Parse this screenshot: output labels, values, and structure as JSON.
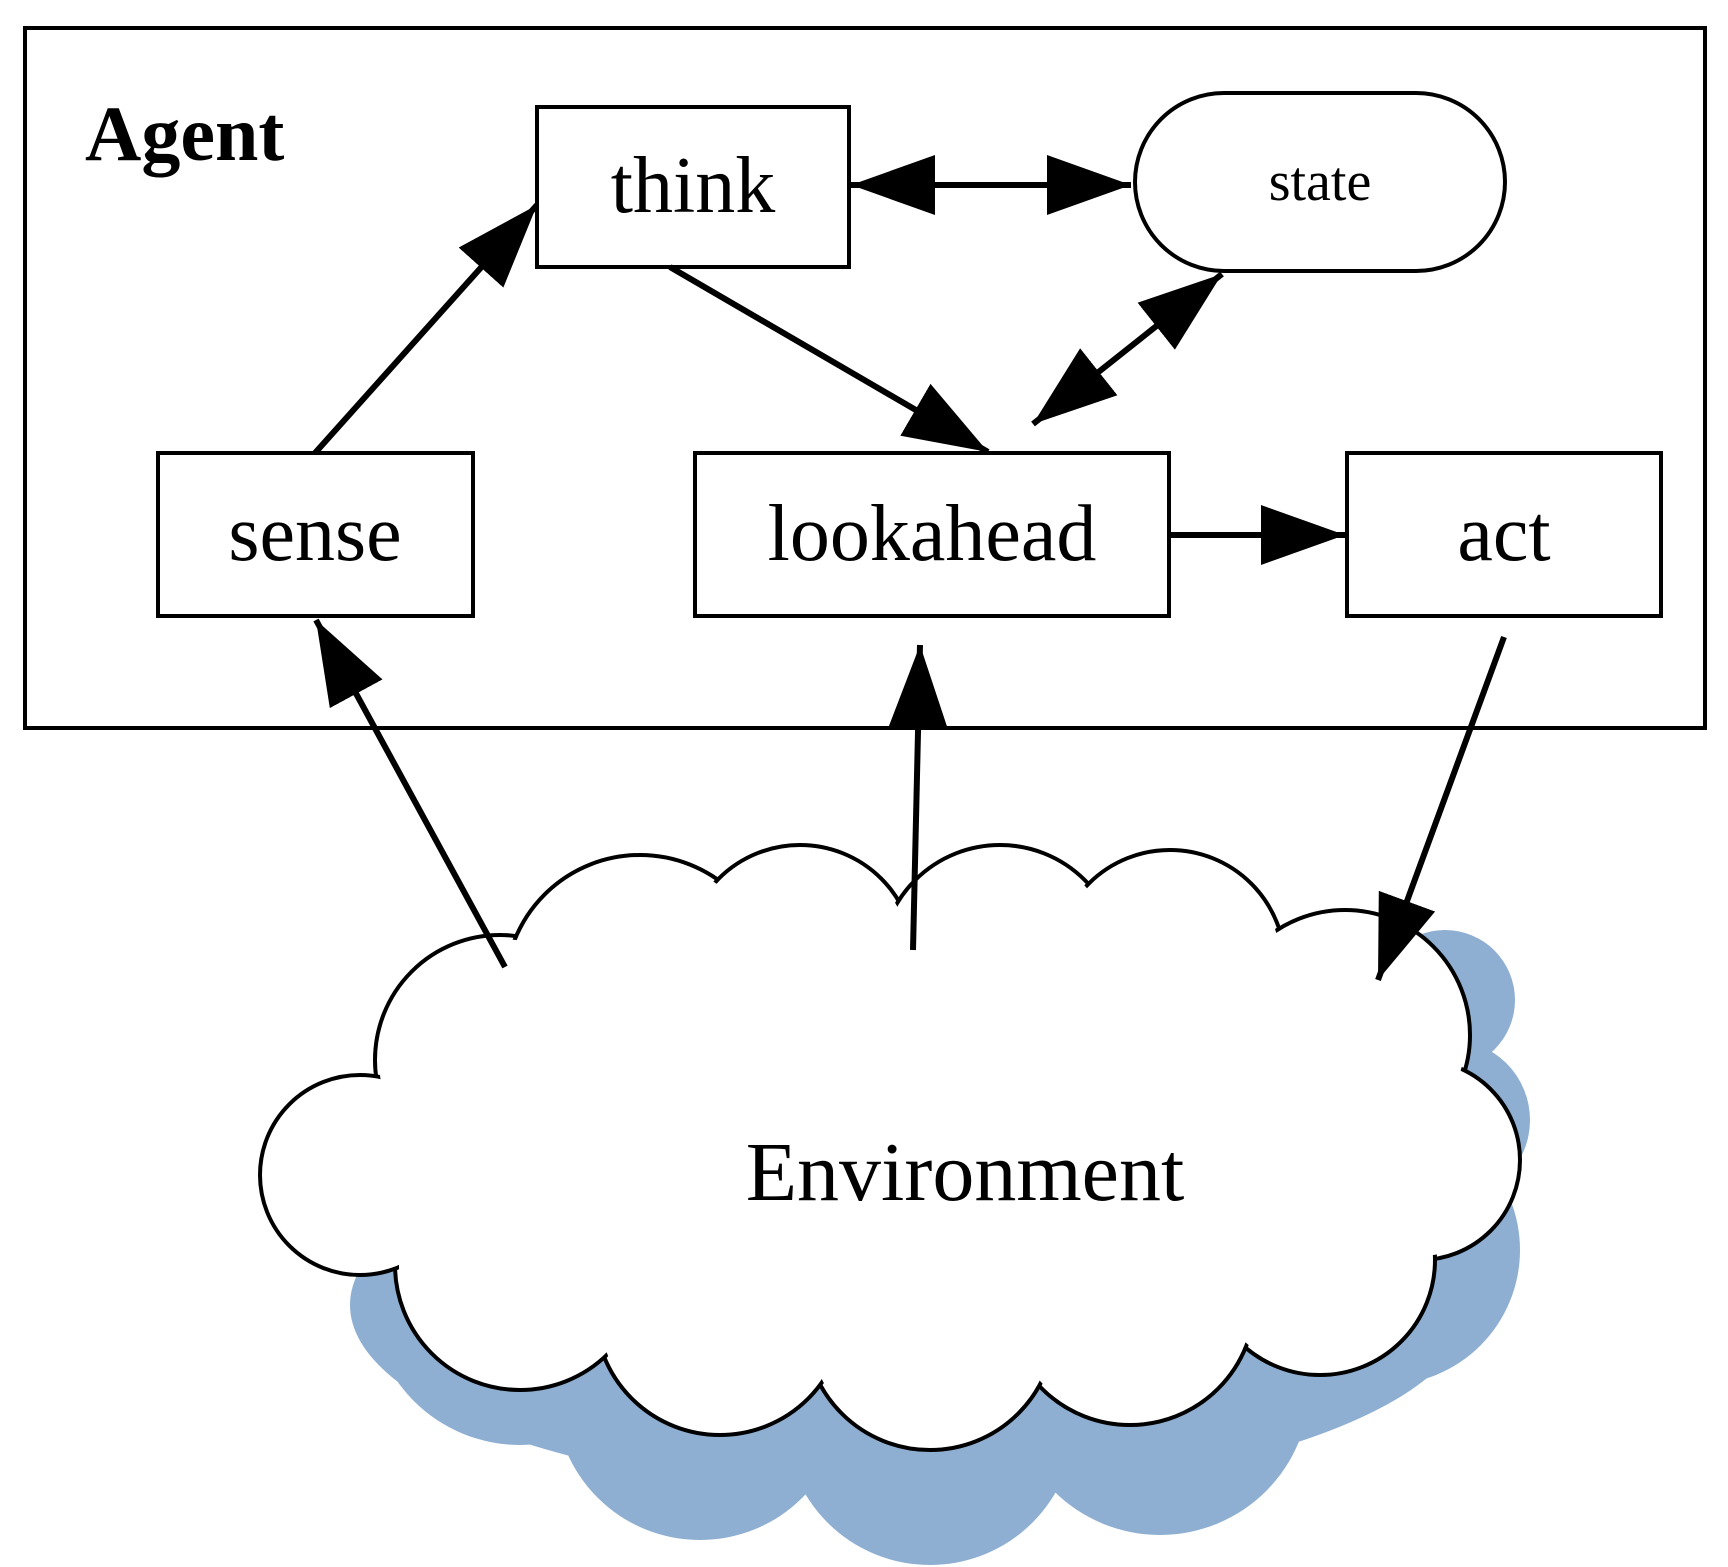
{
  "agent": {
    "title": "Agent"
  },
  "nodes": {
    "think": "think",
    "state": "state",
    "sense": "sense",
    "lookahead": "lookahead",
    "act": "act"
  },
  "environment": {
    "label": "Environment",
    "shadow_color": "#8eafd1"
  },
  "edges": [
    {
      "from": "sense",
      "to": "think",
      "direction": "forward"
    },
    {
      "from": "think",
      "to": "state",
      "direction": "both"
    },
    {
      "from": "think",
      "to": "lookahead",
      "direction": "forward"
    },
    {
      "from": "lookahead",
      "to": "state",
      "direction": "both"
    },
    {
      "from": "lookahead",
      "to": "act",
      "direction": "forward"
    },
    {
      "from": "Environment",
      "to": "sense",
      "direction": "forward"
    },
    {
      "from": "Environment",
      "to": "lookahead",
      "direction": "forward"
    },
    {
      "from": "act",
      "to": "Environment",
      "direction": "forward"
    }
  ]
}
